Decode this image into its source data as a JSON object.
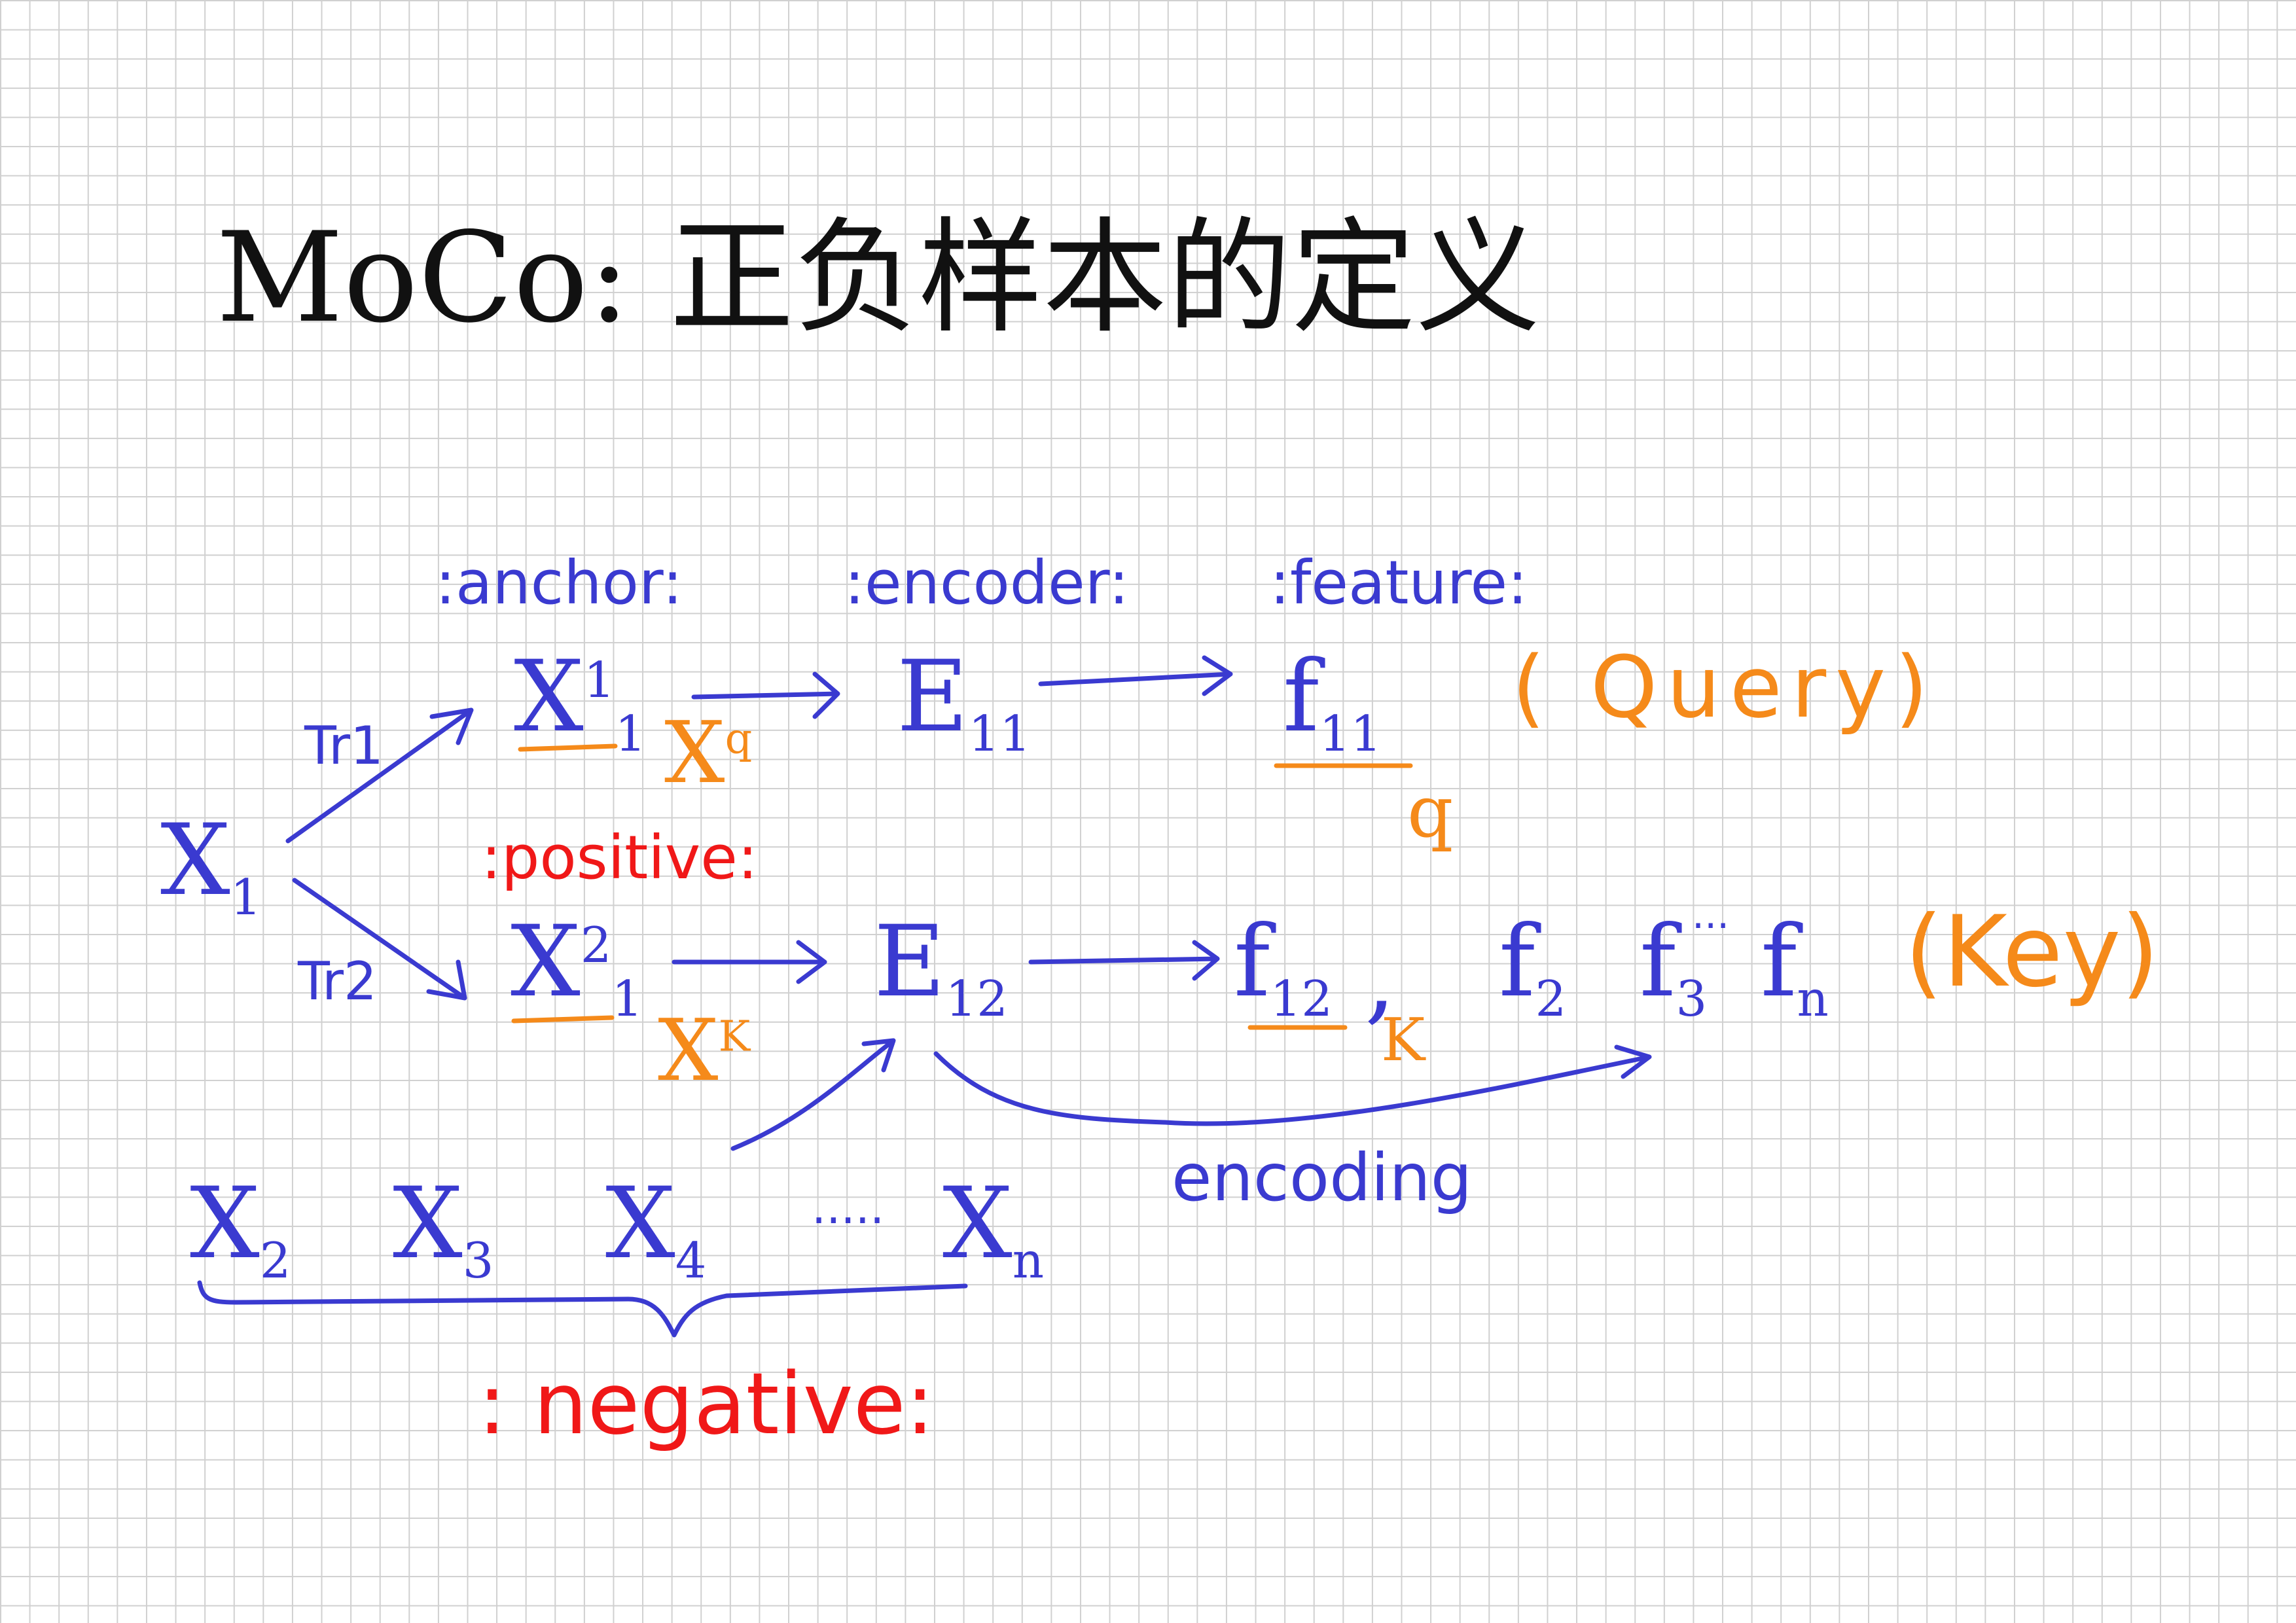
{
  "title": "MoCo: 正负样本的定义",
  "labels": {
    "anchor": ":anchor:",
    "encoder": ":encoder:",
    "feature": ":feature:",
    "positive": ":positive:",
    "negative": ": negative:",
    "encoding": "encoding",
    "tr1": "Tr1",
    "tr2": "Tr2"
  },
  "nodes": {
    "x1": {
      "base": "X",
      "sub": "1"
    },
    "x11": {
      "base": "X",
      "sup": "1",
      "sub": "1"
    },
    "x12": {
      "base": "X",
      "sup": "2",
      "sub": "1"
    },
    "e11": {
      "base": "E",
      "sub": "11"
    },
    "e12": {
      "base": "E",
      "sub": "12"
    },
    "f11": {
      "base": "f",
      "sub": "11"
    },
    "f12": {
      "base": "f",
      "sub": "12"
    },
    "f2": {
      "base": "f",
      "sub": "2"
    },
    "f3": {
      "base": "f",
      "sub": "3"
    },
    "fn": {
      "base": "f",
      "sub": "n"
    },
    "dots_f": "···",
    "comma": ",",
    "x2": {
      "base": "X",
      "sub": "2"
    },
    "x3": {
      "base": "X",
      "sub": "3"
    },
    "x4": {
      "base": "X",
      "sub": "4"
    },
    "xn": {
      "base": "X",
      "sub": "n"
    },
    "dots_x": "·····"
  },
  "annotations": {
    "xq": {
      "base": "X",
      "sup": "q"
    },
    "xk": {
      "base": "X",
      "sup": "K"
    },
    "q": "q",
    "k": "K",
    "query": "( Query)",
    "key": "(Key)"
  },
  "colors": {
    "blue": "#3a3ad0",
    "orange": "#f58a1a",
    "red": "#f01818",
    "black": "#111111",
    "grid": "#d0d0d0"
  }
}
